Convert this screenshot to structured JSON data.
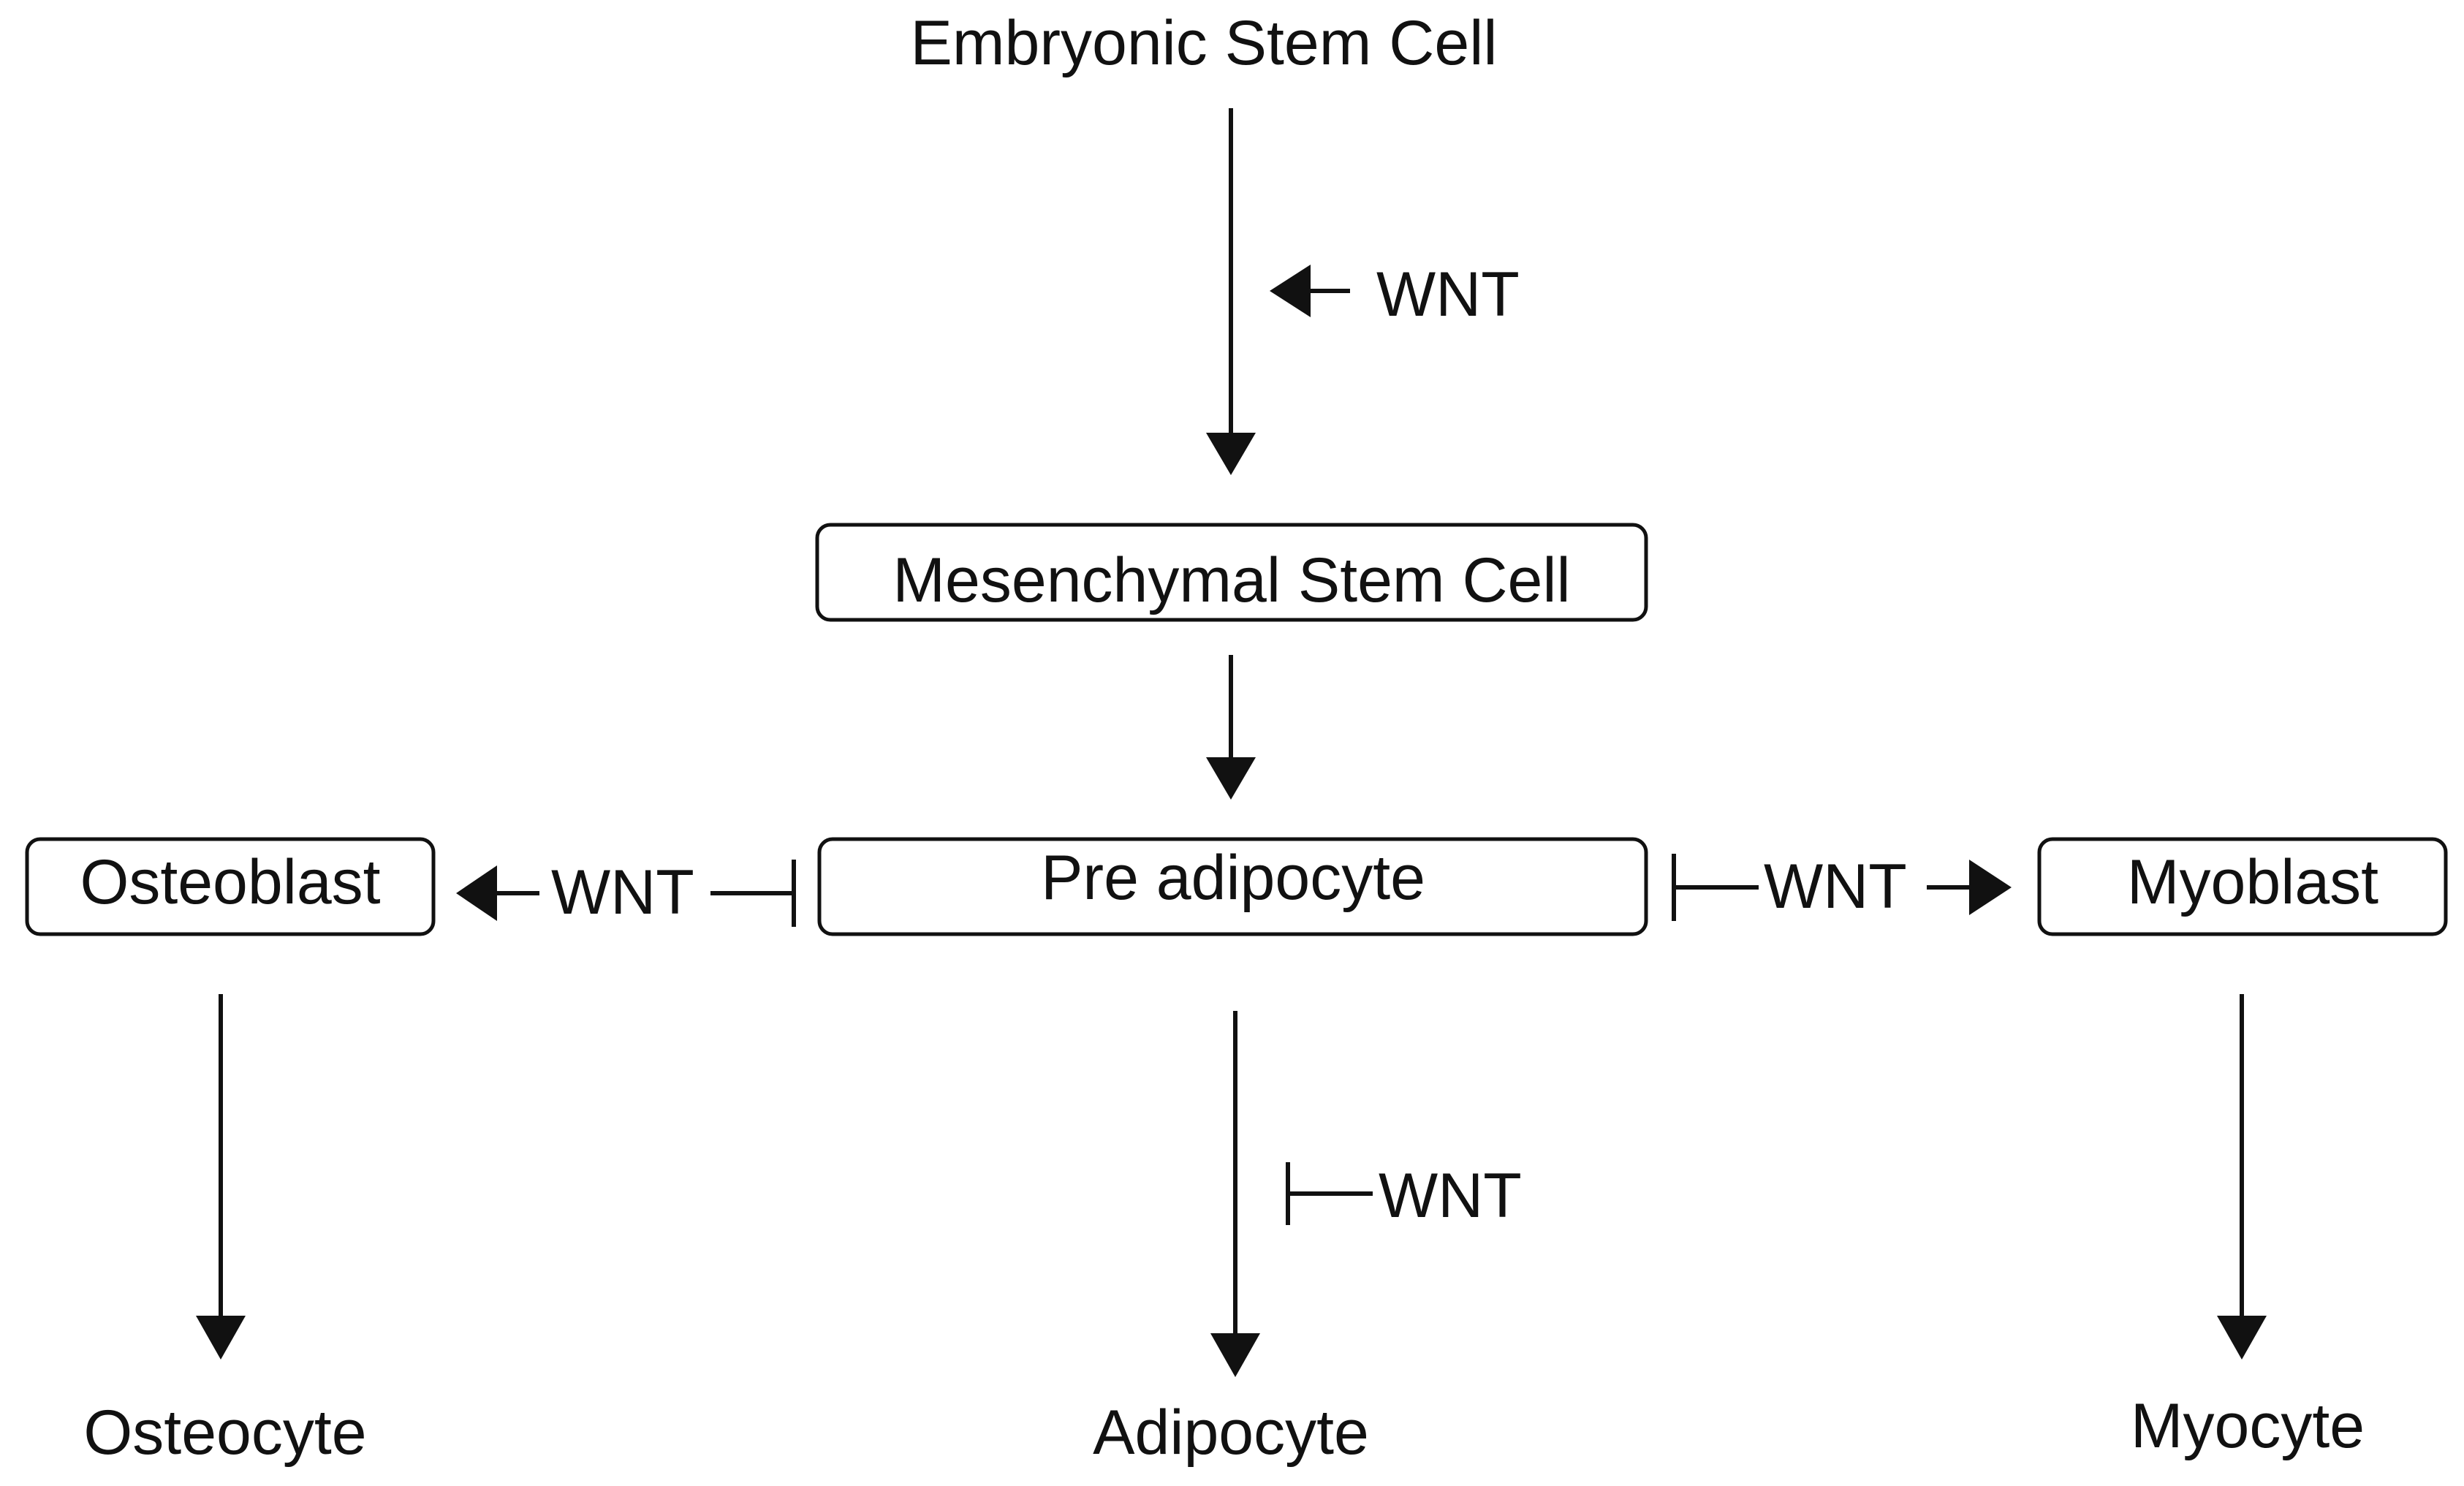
{
  "diagram": {
    "colors": {
      "stroke": "#111111",
      "background": "#ffffff"
    },
    "nodes": {
      "embryonic_stem_cell": "Embryonic Stem Cell",
      "mesenchymal_stem_cell": "Mesenchymal Stem Cell",
      "pre_adipocyte": "Pre adipocyte",
      "osteoblast": "Osteoblast",
      "myoblast": "Myoblast",
      "osteocyte": "Osteocyte",
      "adipocyte": "Adipocyte",
      "myocyte": "Myocyte"
    },
    "signals": {
      "wnt_esc_to_msc": "WNT",
      "wnt_to_osteoblast": "WNT",
      "wnt_to_myoblast": "WNT",
      "wnt_to_adipocyte": "WNT"
    },
    "relations": [
      {
        "from": "Embryonic Stem Cell",
        "to": "Mesenchymal Stem Cell",
        "type": "differentiates",
        "modulator": "WNT",
        "effect": "promotes"
      },
      {
        "from": "Mesenchymal Stem Cell",
        "to": "Pre adipocyte",
        "type": "differentiates"
      },
      {
        "from": "WNT",
        "to": "Pre adipocyte",
        "type": "inhibits"
      },
      {
        "from": "WNT",
        "to": "Osteoblast",
        "type": "promotes"
      },
      {
        "from": "WNT",
        "to": "Myoblast",
        "type": "promotes"
      },
      {
        "from": "Osteoblast",
        "to": "Osteocyte",
        "type": "differentiates"
      },
      {
        "from": "Pre adipocyte",
        "to": "Adipocyte",
        "type": "differentiates",
        "modulator": "WNT",
        "effect": "inhibits"
      },
      {
        "from": "Myoblast",
        "to": "Myocyte",
        "type": "differentiates"
      }
    ]
  }
}
